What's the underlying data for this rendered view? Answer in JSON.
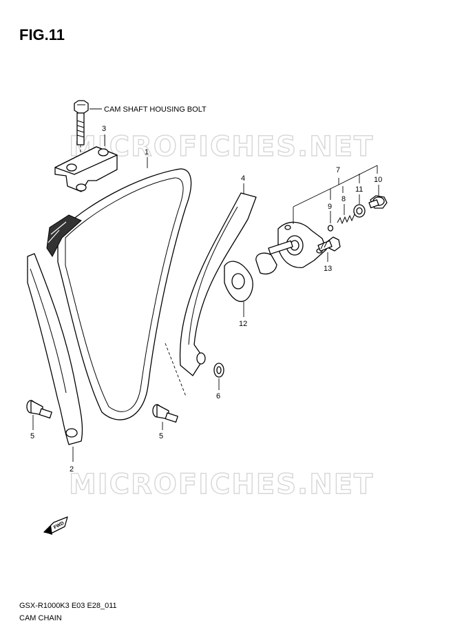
{
  "figure_title": "FIG.11",
  "watermark": "MICROFICHES.NET",
  "callouts": {
    "cam_shaft_housing_bolt": "CAM SHAFT HOUSING BOLT",
    "p1": "1",
    "p2": "2",
    "p3": "3",
    "p4": "4",
    "p5a": "5",
    "p5b": "5",
    "p6": "6",
    "p7": "7",
    "p8": "8",
    "p9": "9",
    "p10": "10",
    "p11": "11",
    "p12": "12",
    "p13": "13"
  },
  "fwd_label": "FWD",
  "footer": {
    "model_code": "GSX-R1000K3 E03 E28_011",
    "section_title": "CAM CHAIN"
  }
}
